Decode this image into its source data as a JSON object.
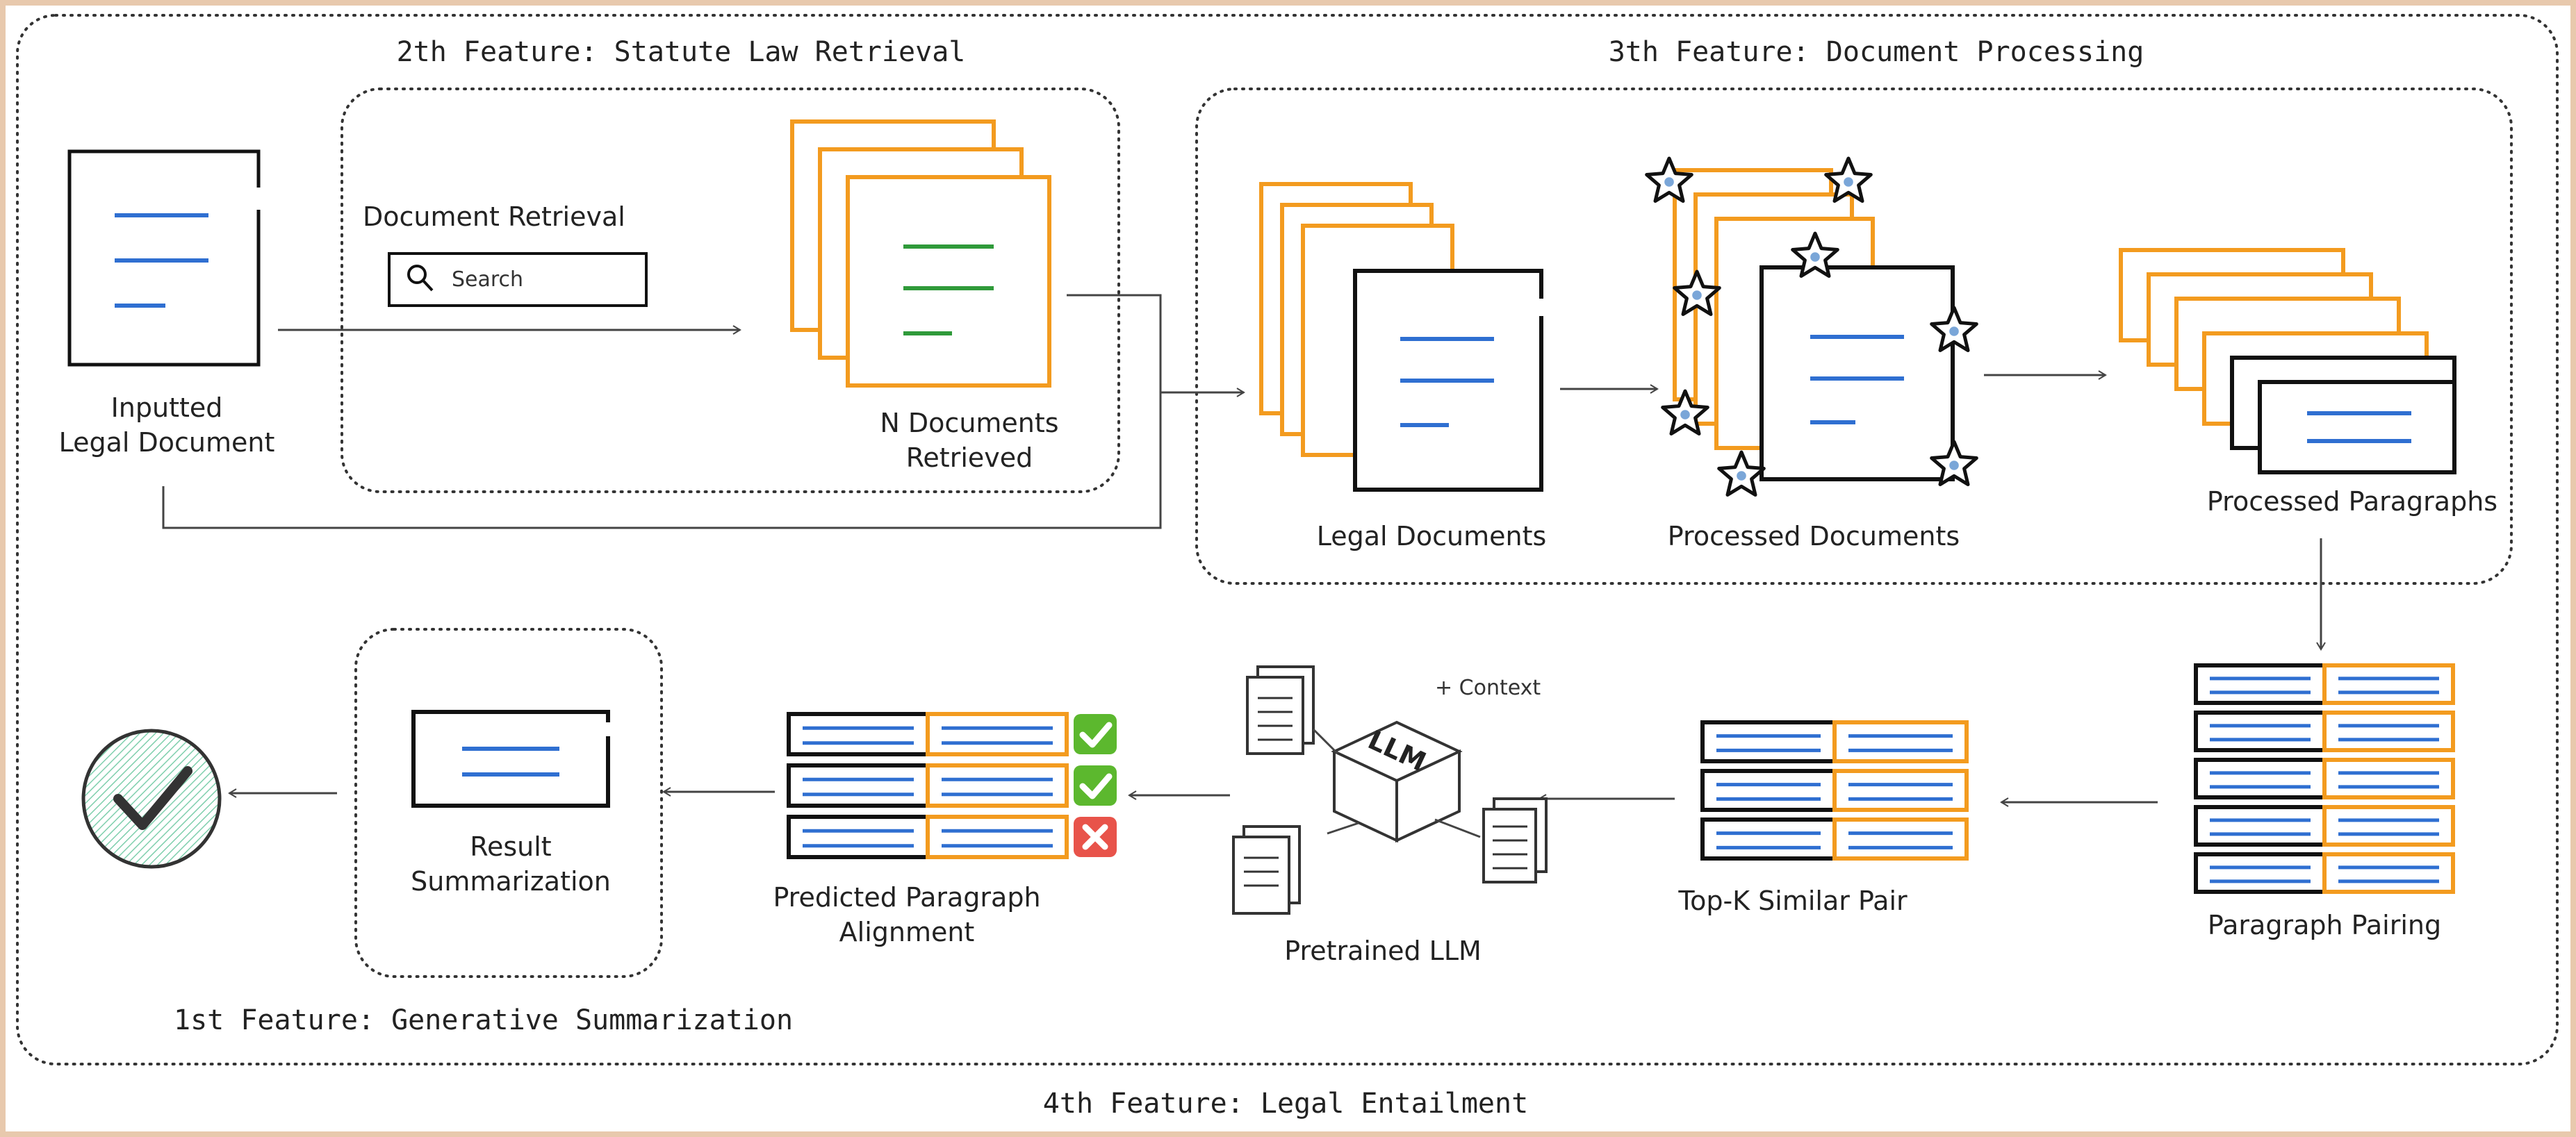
{
  "features": {
    "statute_law_retrieval": "2th Feature: Statute Law Retrieval",
    "document_processing": "3th Feature: Document Processing",
    "generative_summarization": "1st Feature: Generative Summarization",
    "legal_entailment": "4th Feature: Legal Entailment"
  },
  "labels": {
    "inputted_line1": "Inputted",
    "inputted_line2": "Legal Document",
    "document_retrieval": "Document Retrieval",
    "search_placeholder": "Search",
    "n_docs_line1": "N Documents",
    "n_docs_line2": "Retrieved",
    "legal_documents": "Legal Documents",
    "processed_documents": "Processed Documents",
    "processed_paragraphs": "Processed Paragraphs",
    "paragraph_pairing": "Paragraph Pairing",
    "top_k_similar_pair": "Top-K Similar Pair",
    "context": "+ Context",
    "llm": "LLM",
    "pretrained_llm": "Pretrained LLM",
    "predicted_line1": "Predicted Paragraph",
    "predicted_line2": "Alignment",
    "result_line1": "Result",
    "result_line2": "Summarization"
  },
  "colors": {
    "orange": "#f39b1f",
    "blue": "#2f6fd1",
    "green": "#2f9a3a",
    "black": "#111111",
    "check_green": "#5cb82e",
    "cross_red": "#e8534a",
    "badge_fill": "#bfe6d5",
    "frame": "#e8c9ad"
  },
  "icons": {
    "search": "search-icon",
    "check": "check-icon",
    "cross": "cross-icon",
    "star": "star-icon",
    "llm_cube": "cube-icon",
    "document": "document-icon",
    "result_badge": "check-badge-icon"
  }
}
